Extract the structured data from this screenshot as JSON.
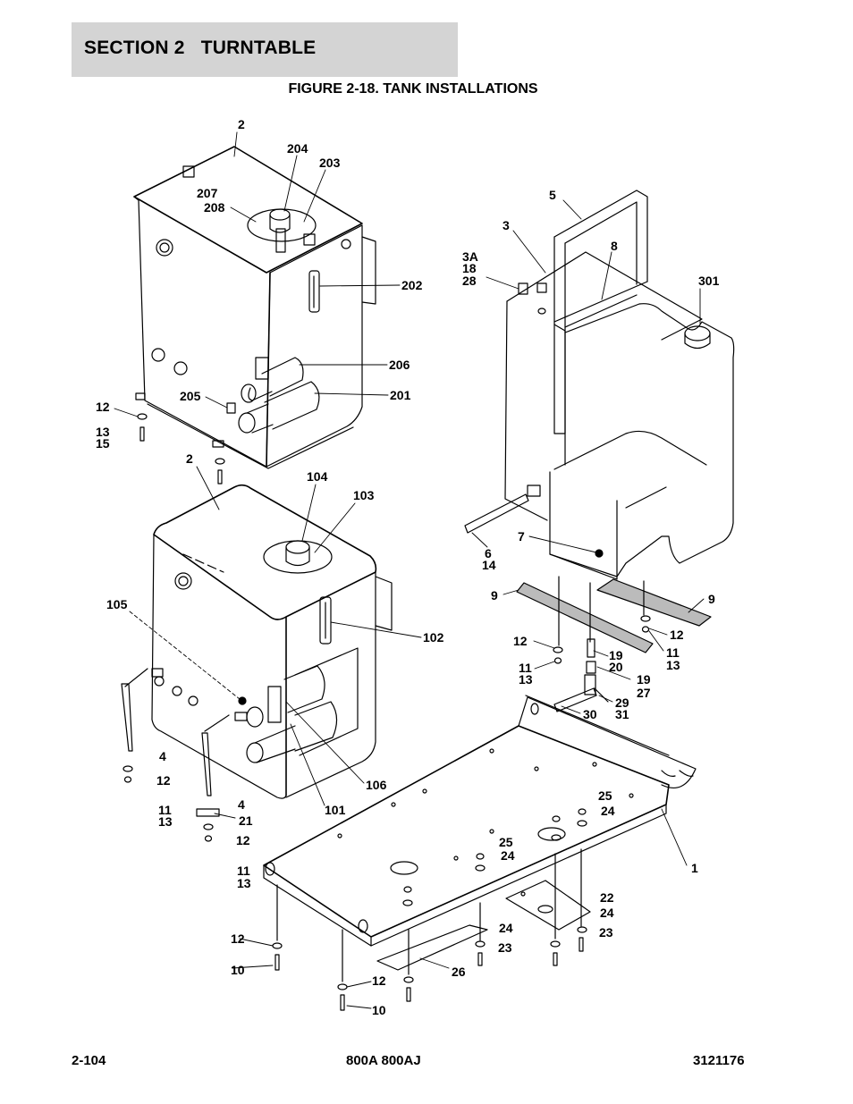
{
  "header": {
    "section": "SECTION 2   TURNTABLE"
  },
  "figure": {
    "title": "FIGURE 2-18. TANK INSTALLATIONS"
  },
  "callouts": {
    "c2a": "2",
    "c204": "204",
    "c203": "203",
    "c207": "207",
    "c208": "208",
    "c202": "202",
    "c206": "206",
    "c205": "205",
    "c201": "201",
    "c12a": "12",
    "c13a": "13",
    "c15a": "15",
    "c2b": "2",
    "c104": "104",
    "c103": "103",
    "c105": "105",
    "c102": "102",
    "c4a": "4",
    "c12b": "12",
    "c11a": "11",
    "c13b": "13",
    "c4b": "4",
    "c21": "21",
    "c12c": "12",
    "c11b": "11",
    "c13c": "13",
    "c106": "106",
    "c101": "101",
    "c5": "5",
    "c3": "3",
    "c8": "8",
    "c3A": "3A",
    "c18": "18",
    "c28": "28",
    "c301": "301",
    "c7": "7",
    "c6": "6",
    "c14": "14",
    "c9a": "9",
    "c9b": "9",
    "c12d": "12",
    "c11c": "11",
    "c13d": "13",
    "c19a": "19",
    "c20": "20",
    "c19b": "19",
    "c27": "27",
    "c12e": "12",
    "c11d": "11",
    "c13e": "13",
    "c29": "29",
    "c31": "31",
    "c30": "30",
    "c25a": "25",
    "c24a": "24",
    "c25b": "25",
    "c24b": "24",
    "c1": "1",
    "c22": "22",
    "c24c": "24",
    "c24d": "24",
    "c23a": "23",
    "c23b": "23",
    "c26": "26",
    "c12f": "12",
    "c10a": "10",
    "c12g": "12",
    "c10b": "10"
  },
  "footer": {
    "page": "2-104",
    "model": "800A 800AJ",
    "part_number": "3121176"
  }
}
